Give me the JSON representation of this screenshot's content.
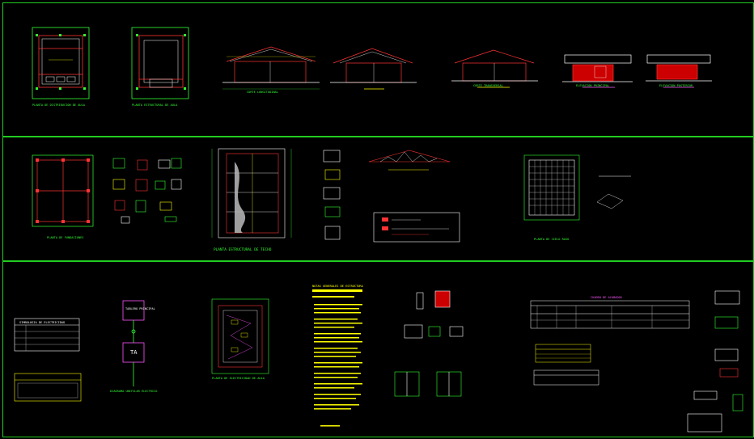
{
  "cad_view": {
    "background": "#000000",
    "frame_color": "#22cc22"
  },
  "labels": {
    "plan_distribucion_1": "PLANTA DE DISTRIBUCION DE AULA",
    "plan_estructural_1": "PLANTA ESTRUCTURAL DE AULA",
    "corte_longitudinal": "CORTE LONGITUDINAL",
    "corte_transversal": "CORTE TRANSVERSAL",
    "elevacion_principal": "ELEVACION PRINCIPAL",
    "elevacion_posterior": "ELEVACION POSTERIOR",
    "planta_fundaciones": "PLANTA DE FUNDACIONES",
    "planta_techo": "PLANTA ESTRUCTURAL DE TECHO",
    "planta_cielo_raso": "PLANTA DE CIELO RASO",
    "diagrama_unifilar": "DIAGRAMA UNIFILAR ELECTRICO",
    "planta_electrica": "PLANTA DE ELECTRICIDAD DE AULA",
    "notas_generales": "NOTAS GENERALES DE ESTRUCTURA",
    "cuadro_acabados": "CUADRO DE ACABADOS",
    "simbologia": "SIMBOLOGIA DE ELECTRICIDAD",
    "tablero_ta": "TA",
    "tablero_principal": "TABLERO PRINCIPAL"
  }
}
